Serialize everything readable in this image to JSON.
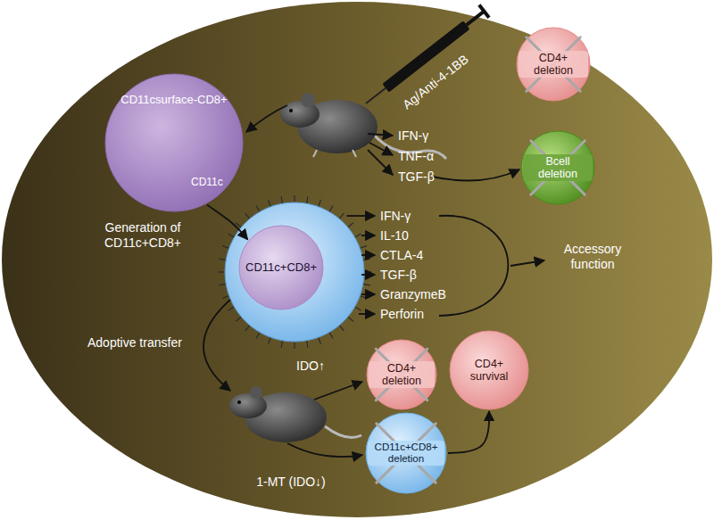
{
  "diagram": {
    "nodes": [
      {
        "text": [
          "CD11csurface-CD8+"
        ]
      },
      {
        "text": [
          "CD4+ deletion"
        ]
      },
      {
        "text": [
          "Bcell deletion"
        ]
      },
      {
        "text": [
          "CD11c+CD8+"
        ]
      },
      {
        "text": [
          "CD4+ deletion"
        ]
      },
      {
        "text": [
          "CD4+ survival"
        ]
      },
      {
        "text": [
          "CD11c+CD8+ deletion"
        ]
      }
    ],
    "edges": [
      {
        "from": 0,
        "to": 3,
        "arrow": "to"
      },
      {
        "from": 6,
        "to": 5,
        "arrow": "to"
      }
    ],
    "labels": [
      "CD11c",
      "Ag/Anti-4-1BB",
      "IFN-γ",
      "TNF-α",
      "TGF-β",
      "Generation of CD11c+CD8+",
      "IFN-γ",
      "IL-10",
      "CTLA-4",
      "TGF-β",
      "GranzymeB",
      "Perforin",
      "Accessory function",
      "Adoptive transfer",
      "IDO↑",
      "1-MT (IDO↓)"
    ]
  }
}
